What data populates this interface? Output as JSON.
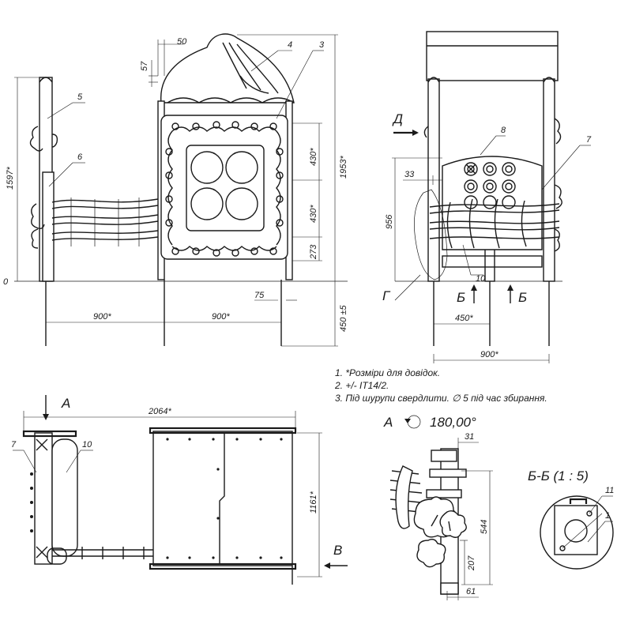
{
  "dimensions": {
    "d50": "50",
    "d57": "57",
    "d1597": "1597*",
    "d1953": "1953*",
    "d430a": "430*",
    "d430b": "430*",
    "d273": "273",
    "d75": "75",
    "d450_5": "450 ±5",
    "d900_left": "900*",
    "d900_mid": "900*",
    "d33": "33",
    "d956": "956",
    "d450": "450*",
    "d900_right": "900*",
    "d2064": "2064*",
    "d1161": "1161*",
    "d31": "31",
    "d544": "544",
    "d207": "207",
    "d61": "61",
    "zero": "0"
  },
  "callouts": {
    "c1": "1",
    "c3": "3",
    "c4": "4",
    "c5": "5",
    "c6": "6",
    "c7": "7",
    "c7b": "7",
    "c8": "8",
    "c10": "10",
    "c10b": "10",
    "c11": "11"
  },
  "view_labels": {
    "d": "Д",
    "g": "Г",
    "b1": "Б",
    "b2": "Б",
    "a": "А",
    "v": "В",
    "view_a_title": "А",
    "view_a_angle": "180,00°",
    "section_bb": "Б-Б (1 : 5)"
  },
  "notes": [
    "1. *Розміри для довідок.",
    "2.  +/- IT14/2.",
    "3. Під шурупи свердлити. ∅ 5 під час збирання."
  ]
}
